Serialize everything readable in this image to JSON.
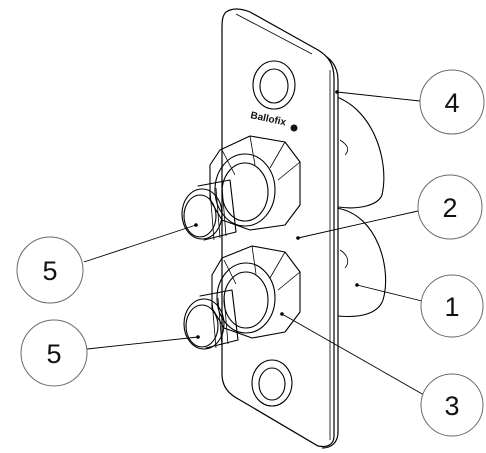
{
  "brand": {
    "logo_text": "Ballofix"
  },
  "callouts": [
    {
      "id": "c4",
      "label": "4"
    },
    {
      "id": "c2",
      "label": "2"
    },
    {
      "id": "c1",
      "label": "1"
    },
    {
      "id": "c3",
      "label": "3"
    },
    {
      "id": "c5a",
      "label": "5"
    },
    {
      "id": "c5b",
      "label": "5"
    }
  ]
}
